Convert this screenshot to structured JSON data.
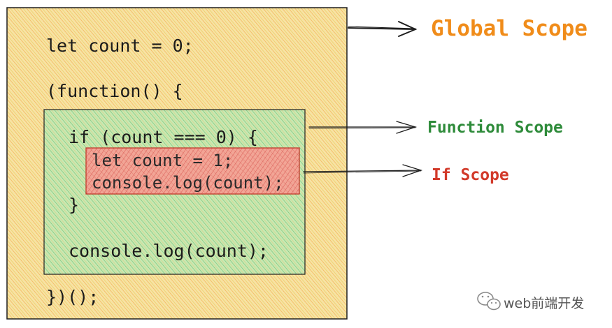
{
  "code": {
    "line1": "let count = 0;",
    "line2": "(function() {",
    "line3": "if (count === 0) {",
    "line4": "let count = 1;",
    "line5": "console.log(count);",
    "line6": "}",
    "line7": "console.log(count);",
    "line8": "})();"
  },
  "labels": {
    "global": "Global Scope",
    "function": "Function Scope",
    "if": "If Scope"
  },
  "colors": {
    "global_fill": "#f2c94c",
    "global_hatch": "#f0a23c",
    "function_fill": "#8bd17c",
    "function_hatch": "#5fae55",
    "if_fill": "#f08a7a",
    "if_hatch": "#d9534f",
    "global_label": "#f08c1a",
    "function_label": "#2e8b3a",
    "if_label": "#d23a2a"
  },
  "watermark": {
    "text": "web前端开发",
    "icon": "wechat-icon"
  }
}
